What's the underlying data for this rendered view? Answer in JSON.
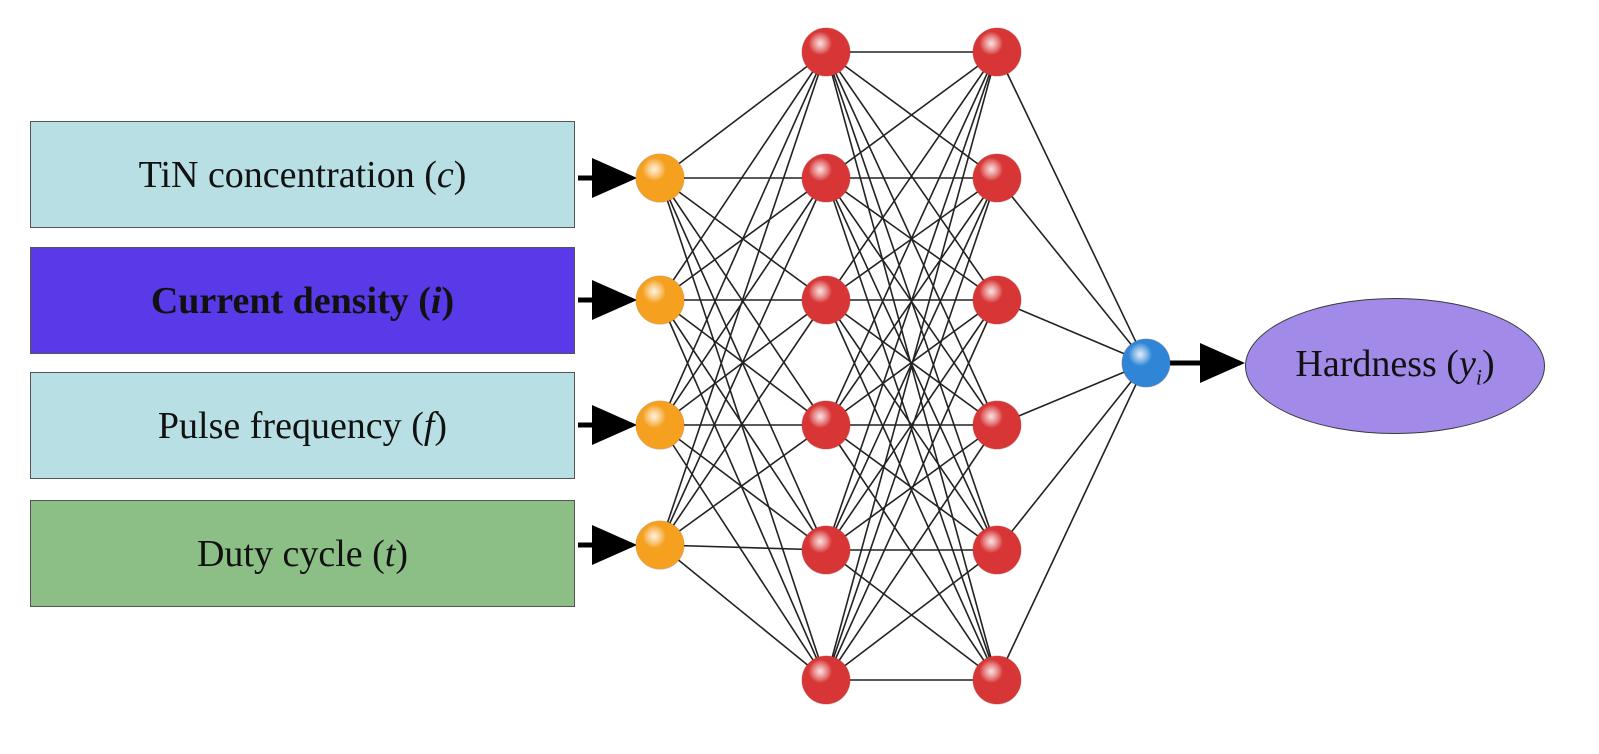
{
  "inputs": [
    {
      "name": "TiN concentration",
      "var": "c",
      "color": "#b8dfe3",
      "bold": false
    },
    {
      "name": "Current density",
      "var": "i",
      "color": "#5a3ae8",
      "bold": true
    },
    {
      "name": "Pulse frequency",
      "var": "f",
      "color": "#b8dfe3",
      "bold": false
    },
    {
      "name": "Duty cycle",
      "var": "t",
      "color": "#8cbf86",
      "bold": false
    }
  ],
  "output": {
    "name": "Hardness",
    "var": "y",
    "subscript": "i",
    "color": "#a28be8"
  },
  "network": {
    "input_nodes": 4,
    "hidden_layers": [
      6,
      6
    ],
    "output_nodes": 1,
    "input_node_color": "#f5a01f",
    "hidden_node_color": "#d83636",
    "output_node_color": "#2f86d6"
  }
}
